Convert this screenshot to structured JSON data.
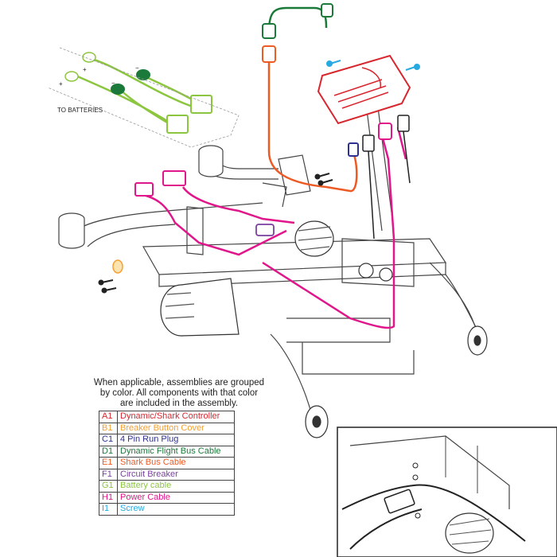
{
  "diagram": {
    "battery_label": "TO BATTERIES",
    "plus_sign": "+",
    "minus_sign": "−"
  },
  "note": {
    "line1": "When applicable, assemblies are grouped",
    "line2": "by color. All components with that color",
    "line3": "are included in the assembly."
  },
  "legend": [
    {
      "code": "A1",
      "name": "Dynamic/Shark Controller",
      "color": "#d8262e"
    },
    {
      "code": "B1",
      "name": "Breaker Button Cover",
      "color": "#f2a033"
    },
    {
      "code": "C1",
      "name": "4 Pin Run Plug",
      "color": "#2e3192"
    },
    {
      "code": "D1",
      "name": "Dynamic Flight Bus Cable",
      "color": "#1b7a3a"
    },
    {
      "code": "E1",
      "name": "Shark Bus Cable",
      "color": "#ee5a24"
    },
    {
      "code": "F1",
      "name": "Circuit Breaker",
      "color": "#7a3fa0"
    },
    {
      "code": "G1",
      "name": "Battery cable",
      "color": "#8cc63f"
    },
    {
      "code": "H1",
      "name": "Power Cable",
      "color": "#e0168b"
    },
    {
      "code": "I1",
      "name": "Screw",
      "color": "#27a9e1"
    }
  ]
}
